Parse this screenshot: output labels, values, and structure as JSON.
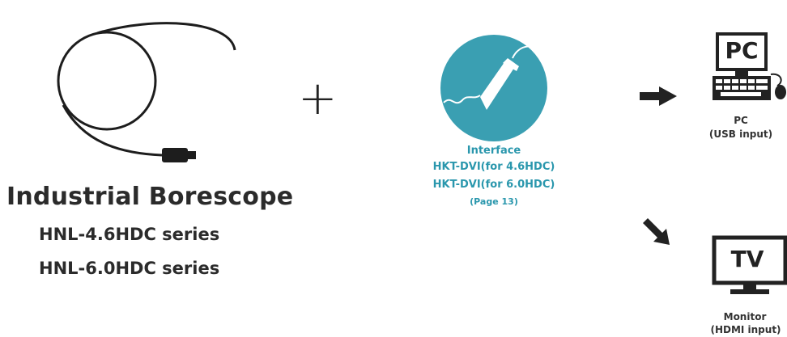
{
  "product": {
    "title": "Industrial Borescope",
    "series": [
      "HNL-4.6HDC series",
      "HNL-6.0HDC series"
    ]
  },
  "connector": {
    "symbol": "+"
  },
  "interface": {
    "title": "Interface",
    "models": [
      "HKT-DVI(for 4.6HDC)",
      "HKT-DVI(for 6.0HDC)"
    ],
    "page_ref": "(Page 13)",
    "color": "#3a9fb2"
  },
  "outputs": {
    "pc": {
      "icon_text": "PC",
      "label": "PC",
      "sub": "(USB input)"
    },
    "tv": {
      "icon_text": "TV",
      "label": "Monitor",
      "sub": "(HDMI input)"
    }
  }
}
